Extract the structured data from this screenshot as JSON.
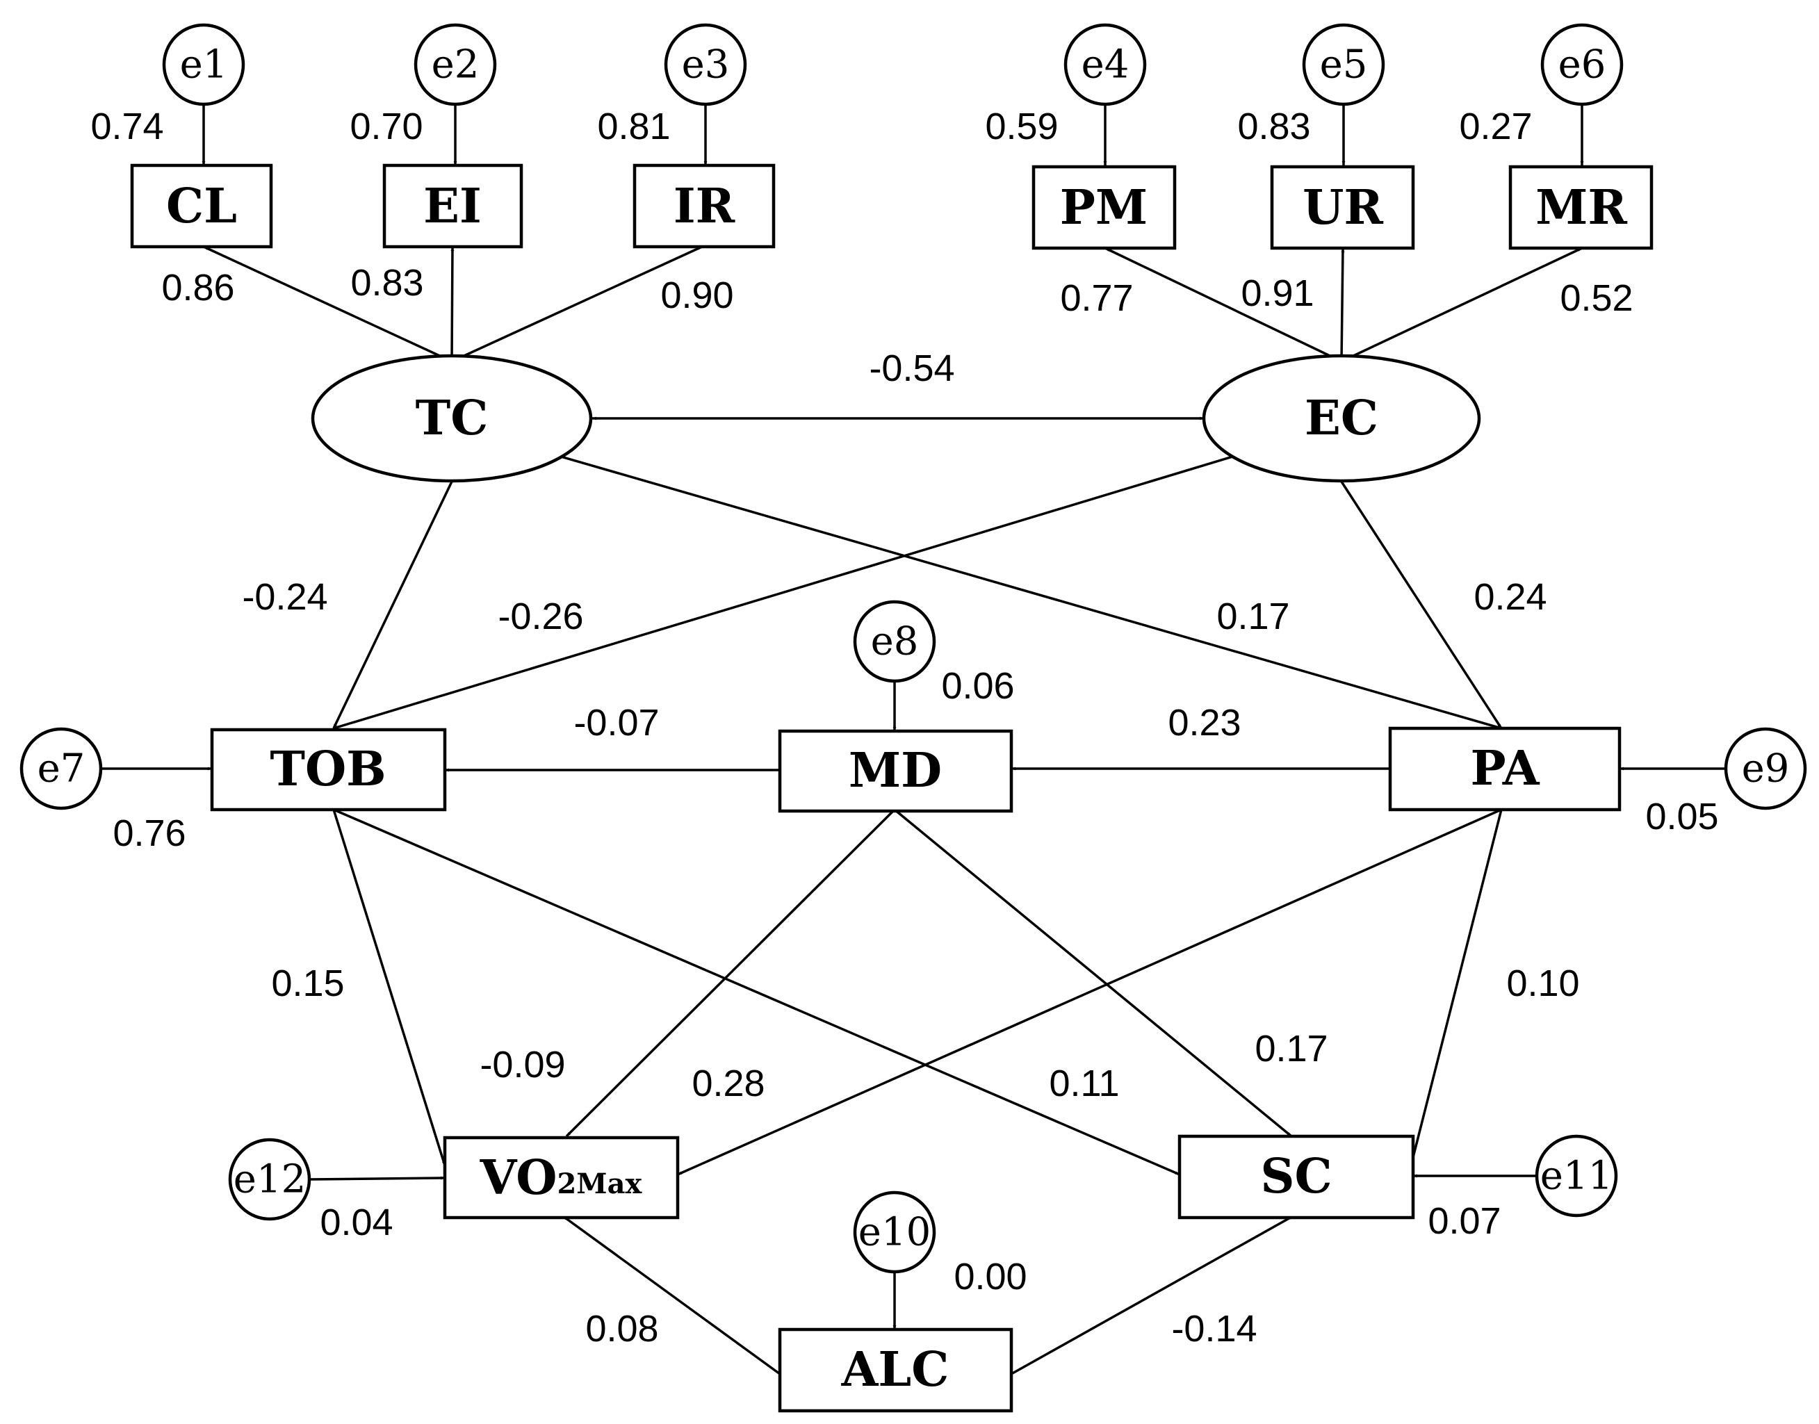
{
  "latent": {
    "tc": "TC",
    "ec": "EC"
  },
  "indicators": {
    "cl": "CL",
    "ei": "EI",
    "ir": "IR",
    "pm": "PM",
    "ur": "UR",
    "mr": "MR"
  },
  "observed": {
    "tob": "TOB",
    "md": "MD",
    "pa": "PA",
    "vo2max_main": "VO",
    "vo2max_sub": "2Max",
    "sc": "SC",
    "alc": "ALC"
  },
  "errors": {
    "e1": "e1",
    "e2": "e2",
    "e3": "e3",
    "e4": "e4",
    "e5": "e5",
    "e6": "e6",
    "e7": "e7",
    "e8": "e8",
    "e9": "e9",
    "e10": "e10",
    "e11": "e11",
    "e12": "e12"
  },
  "error_values": {
    "e1": "0.74",
    "e2": "0.70",
    "e3": "0.81",
    "e4": "0.59",
    "e5": "0.83",
    "e6": "0.27",
    "e7": "0.76",
    "e8": "0.06",
    "e9": "0.05",
    "e10": "0.00",
    "e11": "0.07",
    "e12": "0.04"
  },
  "loadings": {
    "tc_cl": "0.86",
    "tc_ei": "0.83",
    "tc_ir": "0.90",
    "ec_pm": "0.77",
    "ec_ur": "0.91",
    "ec_mr": "0.52"
  },
  "paths": {
    "tc_ec": "-0.54",
    "tc_tob": "-0.24",
    "ec_tob": "-0.26",
    "tc_pa": "0.17",
    "ec_pa": "0.24",
    "md_tob": "-0.07",
    "pa_md": "0.23",
    "tob_vo2": "0.15",
    "md_vo2": "-0.09",
    "pa_vo2": "0.28",
    "tob_sc": "0.11",
    "md_sc": "0.17",
    "pa_sc": "0.10",
    "alc_vo2": "0.08",
    "alc_sc": "-0.14"
  }
}
